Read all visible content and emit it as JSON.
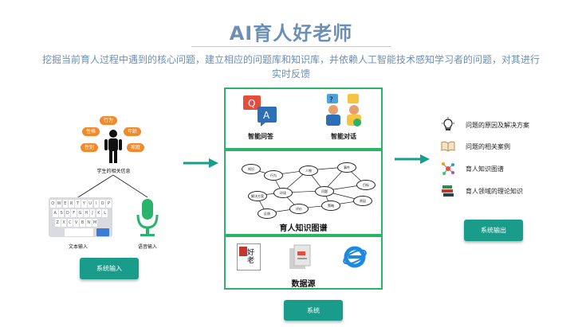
{
  "header": {
    "title": "AI育人好老师",
    "subtitle": "挖掘当前育人过程中遇到的核心问题，建立相应的问题库和知识库，并依赖人工智能技术感知学习者的问题，对其进行实时反馈"
  },
  "input": {
    "student_info_label": "学生的相关信息",
    "tags": [
      "行为",
      "性格",
      "年龄",
      "性别",
      "家庭"
    ],
    "text_input_label": "文本输入",
    "voice_input_label": "语音输入",
    "button": "系统输入",
    "keyboard_rows": [
      [
        "Q",
        "W",
        "E",
        "R",
        "T",
        "Y",
        "U",
        "I",
        "O",
        "P"
      ],
      [
        "A",
        "S",
        "D",
        "F",
        "G",
        "H",
        "J",
        "K",
        "L"
      ],
      [
        "Z",
        "X",
        "C",
        "V",
        "B",
        "N",
        "M"
      ]
    ]
  },
  "center": {
    "qa_label": "智能问答",
    "dialog_label": "智能对话",
    "graph_title": "育人知识图谱",
    "graph_nodes": [
      "知识",
      "行为",
      "人物",
      "事件",
      "目标",
      "问题",
      "环境",
      "解决方案",
      "原因",
      "策略",
      "评价",
      "反馈"
    ],
    "sources_label": "数据源",
    "button": "系统"
  },
  "output": {
    "items": [
      {
        "icon": "lightbulb-icon",
        "label": "问题的原因及解决方案"
      },
      {
        "icon": "book-icon",
        "label": "问题的相关案例"
      },
      {
        "icon": "graph-icon",
        "label": "育人知识图谱"
      },
      {
        "icon": "books-stack-icon",
        "label": "育人领域的理论知识"
      }
    ],
    "button": "系统输出"
  },
  "colors": {
    "accent_green": "#2bb36b",
    "button_teal": "#1a9c8b",
    "title_blue": "#6c8fb8",
    "tag_orange": "#f08a2c"
  }
}
